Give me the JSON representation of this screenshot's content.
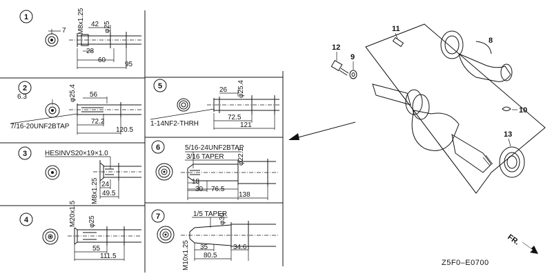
{
  "panels": [
    {
      "num": "1",
      "dims": [
        "7",
        "42",
        "M8x1.25",
        "φ25",
        "28",
        "60",
        "95"
      ]
    },
    {
      "num": "2",
      "dims": [
        "6.3",
        "φ25.4",
        "56",
        "7/16-20UNF2BTAP",
        "72.2",
        "120.5"
      ]
    },
    {
      "num": "3",
      "dims": [
        "HESINVS20×19×1.0",
        "M8x1.25",
        "24",
        "49.5"
      ]
    },
    {
      "num": "4",
      "dims": [
        "M20x1.5",
        "φ25",
        "55",
        "111.5"
      ]
    },
    {
      "num": "5",
      "dims": [
        "26",
        "φ25.4",
        "72.5",
        "1-14NF2-THRH",
        "121"
      ]
    },
    {
      "num": "6",
      "dims": [
        "5/16-24UNF2BTAP",
        "φ22.1",
        "3/16 TAPER",
        "18",
        "30",
        "76.5",
        "138"
      ]
    },
    {
      "num": "7",
      "dims": [
        "1/5 TAPER",
        "φ30",
        "M10x1.25",
        "35",
        "34.6",
        "80.5"
      ]
    }
  ],
  "parts": [
    "11",
    "8",
    "12",
    "9",
    "10",
    "13"
  ],
  "direction": "FR.",
  "diagram_code": "Z5F0–E0700"
}
